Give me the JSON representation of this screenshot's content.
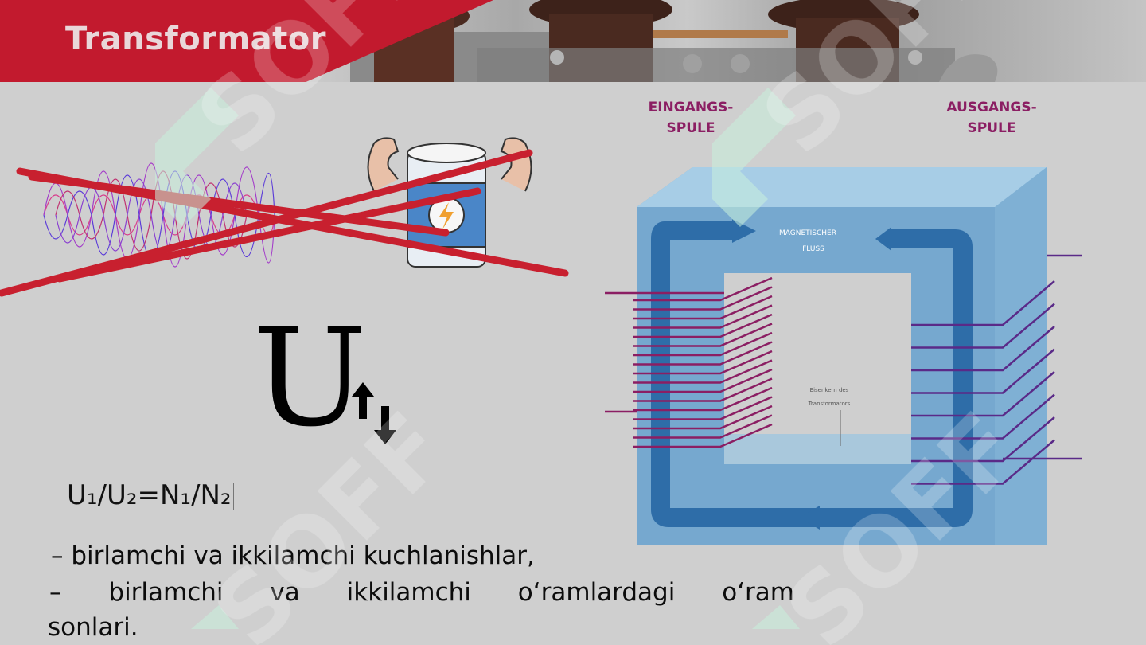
{
  "slide": {
    "title": "Transformator",
    "symbol_letter": "U",
    "formula": "U₁/U₂=N₁/N₂",
    "description_line1": " – birlamchi va ikkilamchi kuchlanishlar,",
    "description_line2": "– birlamchi va ikkilamchi o‘ramlardagi o‘ram",
    "description_line3": "sonlari."
  },
  "diagram": {
    "input_coil_label_1": "EINGANGS-",
    "input_coil_label_2": "SPULE",
    "output_coil_label_1": "AUSGANGS-",
    "output_coil_label_2": "SPULE",
    "flux_label_1": "MAGNETISCHER",
    "flux_label_2": "FLUSS",
    "core_label_1": "Eisenkern des",
    "core_label_2": "Transformators"
  },
  "watermark": {
    "text": "SOFF"
  },
  "colors": {
    "banner_red": "#c21a2e",
    "core_blue": "#7fb0d4",
    "core_dark_blue": "#2e6da8",
    "coil_purple": "#7a2a7e",
    "strike_red": "#c8202f",
    "watermark_mint": "#c8f0dc"
  },
  "icons": [
    "sine-wave-icon",
    "strong-battery-icon",
    "up-down-arrows-icon"
  ]
}
